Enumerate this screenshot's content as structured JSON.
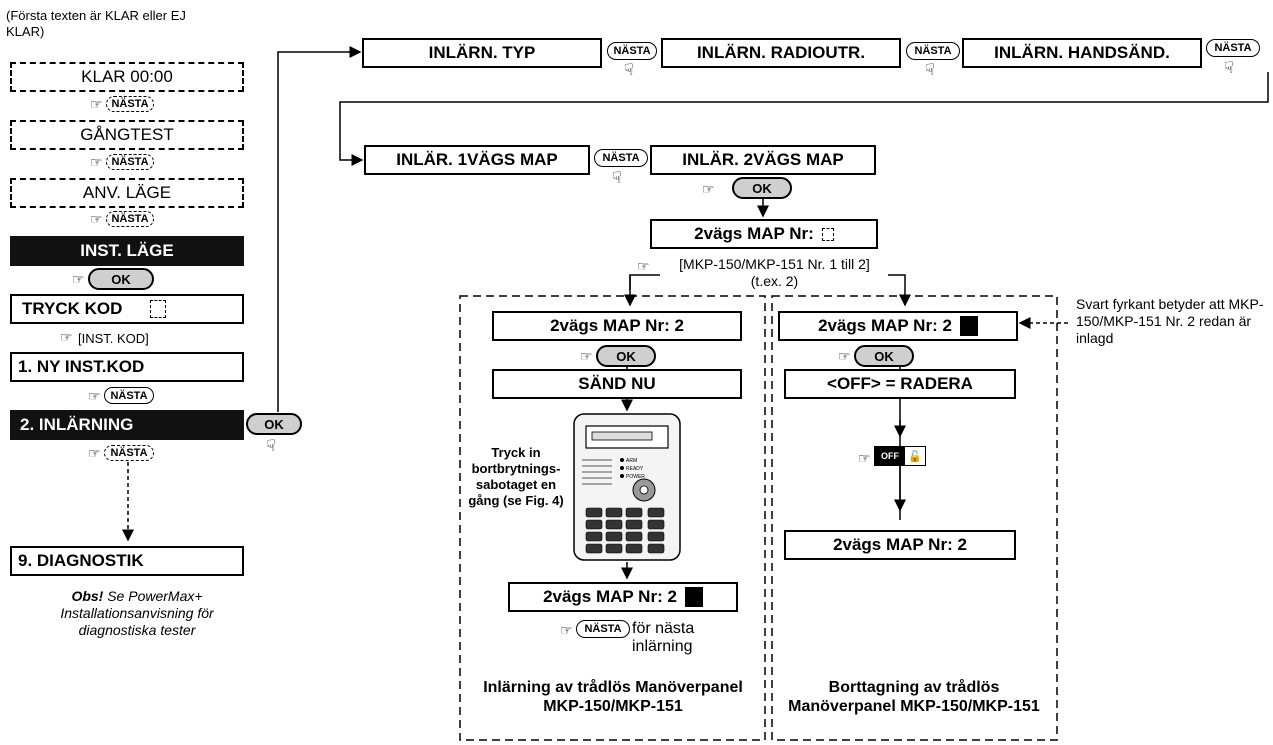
{
  "left": {
    "note_top": "(Första texten är KLAR eller EJ KLAR)",
    "klar": "KLAR  00:00",
    "gangtest": "GÅNGTEST",
    "anv_lage": "ANV. LÄGE",
    "inst_lage": "INST. LÄGE",
    "tryck_kod": "TRYCK KOD",
    "inst_kod_key": "[INST. KOD]",
    "ny_inst_kod": "1. NY INST.KOD",
    "inlarning": "2. INLÄRNING",
    "diagnostik": "9. DIAGNOSTIK",
    "obs_bold": "Obs!",
    "obs_text": " Se PowerMax+ Installationsanvisning för diagnostiska tester"
  },
  "keys": {
    "nasta": "NÄSTA",
    "ok": "OK",
    "off": "OFF"
  },
  "top": {
    "inlarn_typ": "INLÄRN. TYP",
    "inlarn_radio": "INLÄRN. RADIOUTR.",
    "inlarn_hand": "INLÄRN. HANDSÄND."
  },
  "second": {
    "map1": "INLÄR. 1VÄGS MAP",
    "map2": "INLÄR. 2VÄGS MAP",
    "nr_prompt": "2vägs MAP Nr:",
    "range_note": "[MKP-150/MKP-151 Nr. 1 till 2] (t.ex. 2)"
  },
  "left_branch": {
    "nr2": "2vägs MAP Nr:  2",
    "sand_nu": "SÄND NU",
    "tamper_note": "Tryck in bortbrytnings-sabotaget en gång (se Fig. 4)",
    "nr2_done": "2vägs MAP Nr:  2",
    "next_text": " för nästa inlärning",
    "title": "Inlärning av trådlös Manöverpanel MKP-150/MKP-151"
  },
  "right_branch": {
    "nr2": "2vägs MAP Nr:  2",
    "off_radera": "<OFF> = RADERA",
    "nr2_after": "2vägs MAP Nr:  2",
    "title": "Borttagning av trådlös Manöverpanel MKP-150/MKP-151",
    "side_note": "Svart fyrkant betyder att MKP-150/MKP-151 Nr. 2 redan är inlagd"
  }
}
